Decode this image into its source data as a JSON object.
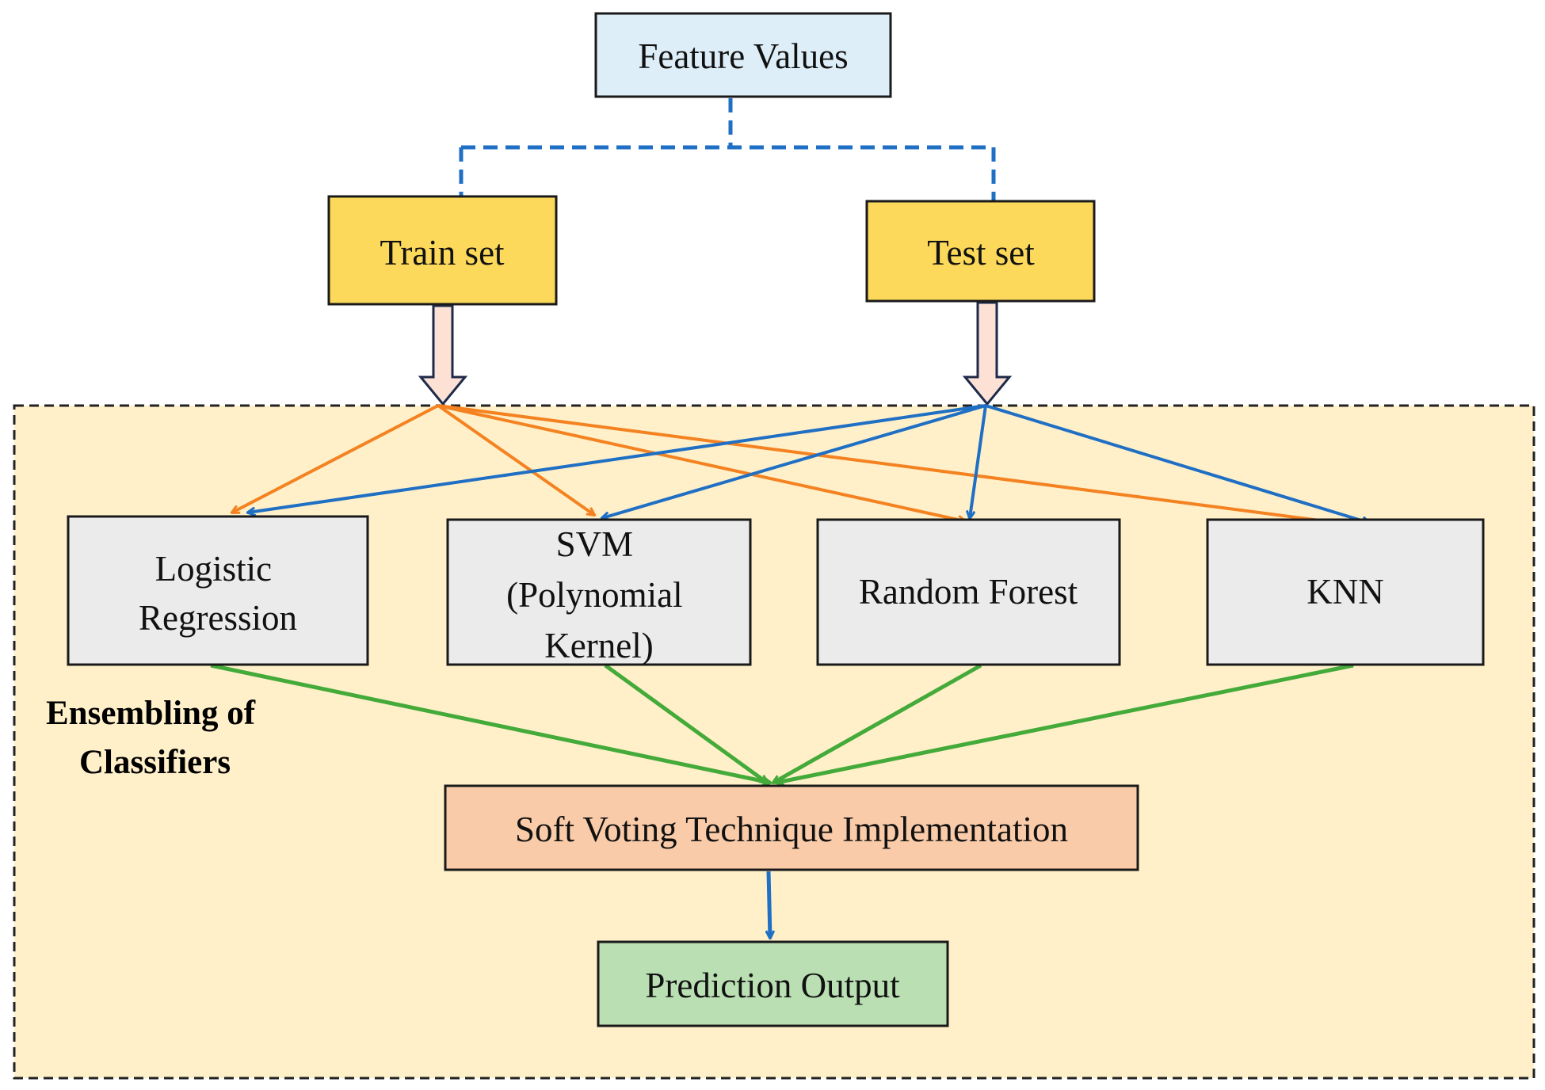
{
  "nodes": {
    "feature_values": "Feature Values",
    "train_set": "Train set",
    "test_set": "Test set",
    "logistic_regression": [
      "Logistic",
      "Regression"
    ],
    "svm": [
      "SVM",
      "(Polynomial",
      "Kernel)"
    ],
    "random_forest": "Random Forest",
    "knn": "KNN",
    "soft_voting": "Soft Voting Technique Implementation",
    "prediction_output": "Prediction Output"
  },
  "group_label": [
    "Ensembling of",
    "Classifiers"
  ],
  "colors": {
    "feature_values_fill": "#DDEEF8",
    "split_fill": "#FCD95A",
    "classifier_fill": "#EBEBEB",
    "soft_voting_fill": "#F9CBA8",
    "prediction_fill": "#B9DFB3",
    "ensemble_region_fill": "#FFF0C9",
    "train_edges": "#F48221",
    "test_edges": "#1F6FC4",
    "vote_edges": "#44AA3A",
    "split_edges": "#1F6FC4",
    "block_arrow_fill": "#FCE1D4",
    "block_arrow_stroke": "#1E2A4A"
  }
}
